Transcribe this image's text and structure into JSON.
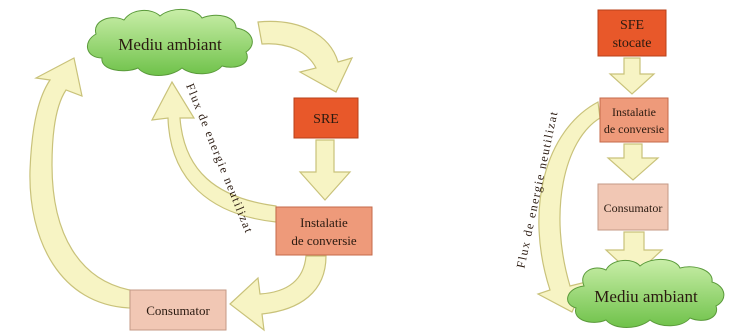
{
  "left_diagram": {
    "environment_label": "Mediu ambiant",
    "source_label": "SRE",
    "converter_label_line1": "Instalatie",
    "converter_label_line2": "de conversie",
    "consumer_label": "Consumator",
    "unused_flow_label": "Flux de energie neutilizat"
  },
  "right_diagram": {
    "stored_label_line1": "SFE",
    "stored_label_line2": "stocate",
    "converter_label_line1": "Instalatie",
    "converter_label_line2": "de conversie",
    "consumer_label": "Consumator",
    "environment_label": "Mediu ambiant",
    "unused_flow_label": "Flux de energie neutilizat"
  },
  "colors": {
    "arrow_fill": "#f7f4c4",
    "arrow_stroke": "#c9c27a",
    "cloud_fill": "#8fd26a",
    "cloud_stroke": "#5a9a3a",
    "source_fill": "#e8582a",
    "converter_fill": "#ee9a7a",
    "consumer_fill": "#f1c7b4"
  }
}
